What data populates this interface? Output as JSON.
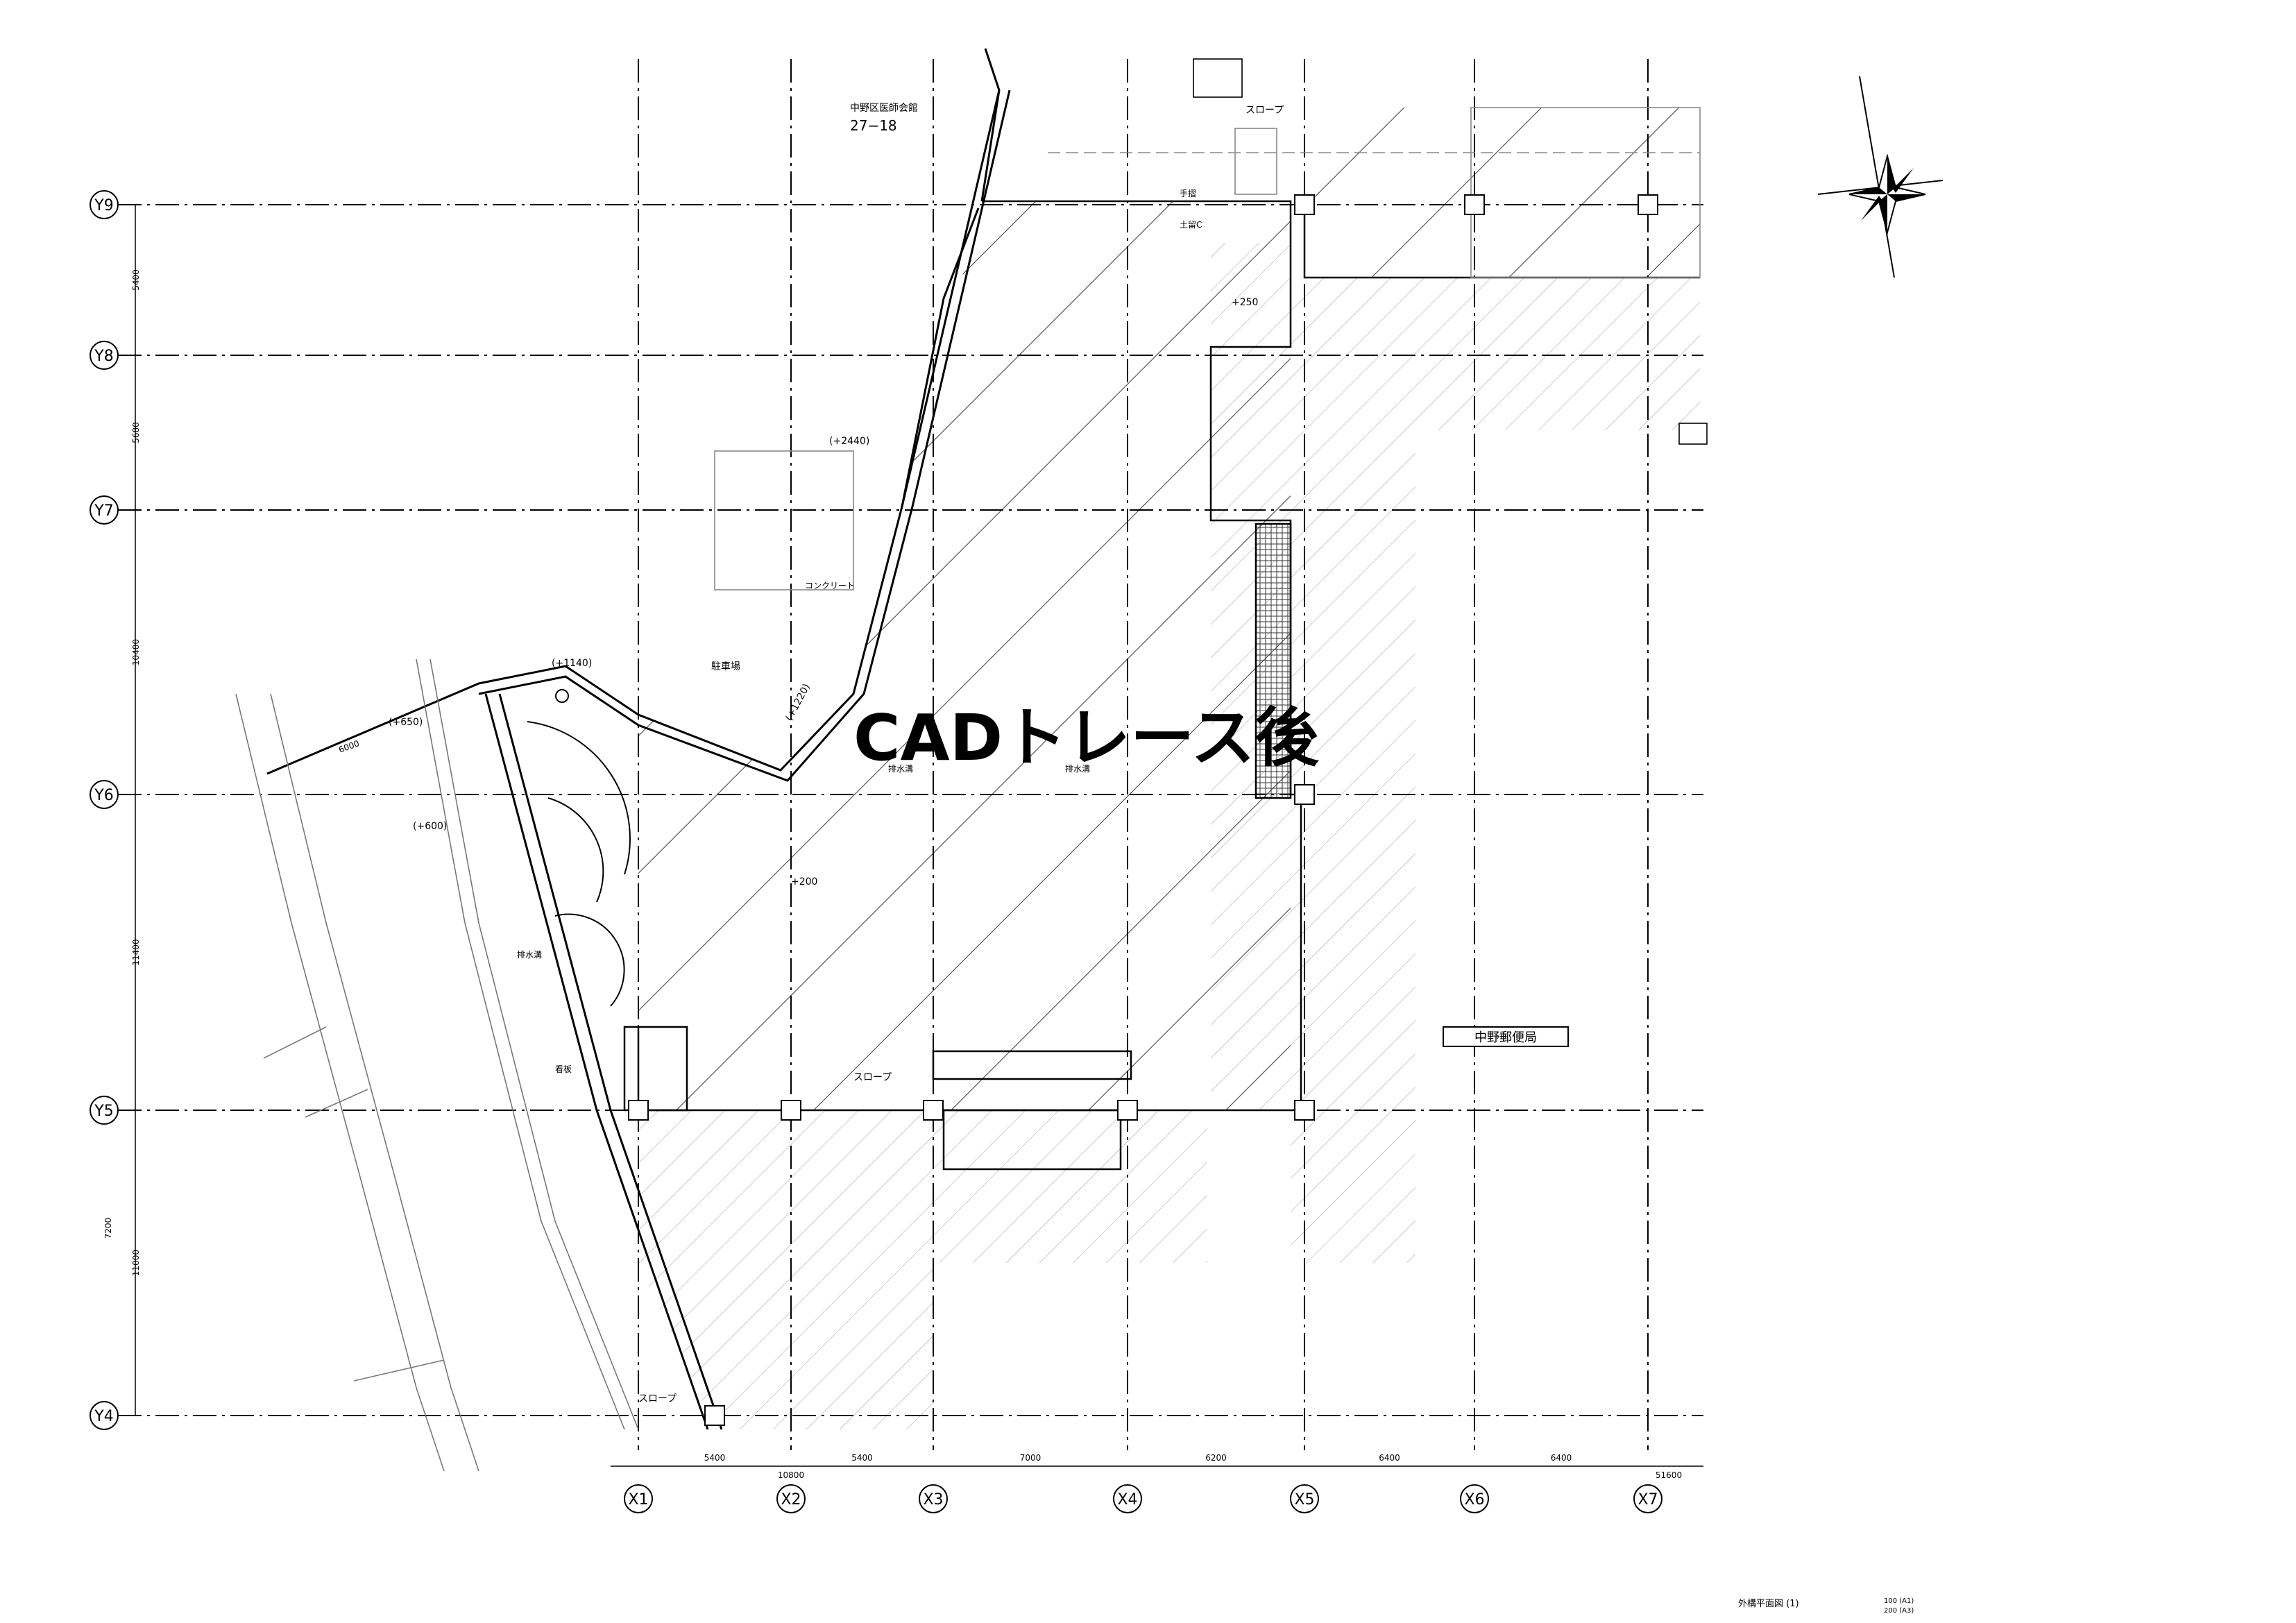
{
  "grid": {
    "x_axes": [
      "X1",
      "X2",
      "X3",
      "X4",
      "X5",
      "X6",
      "X7"
    ],
    "y_axes": [
      "Y9",
      "Y8",
      "Y7",
      "Y6",
      "Y5",
      "Y4"
    ],
    "x_dims": [
      "5400",
      "5400",
      "7000",
      "6200",
      "6400",
      "6400"
    ],
    "x_subtotal": "10800",
    "x_total": "51600",
    "y_dims": [
      "5400",
      "5680",
      "10400",
      "11400",
      "11000"
    ],
    "y_extra": "7200"
  },
  "labels": {
    "neighbor_name": "中野区医師会館",
    "neighbor_lot": "27−18",
    "parking": "駐車場",
    "post_office": "中野郵便局",
    "overlay": "CADトレース後",
    "slope_top": "スロープ",
    "slope_mid": "スロープ",
    "slope_bottom": "スロープ",
    "handrail": "手摺",
    "retaining": "土留C",
    "concrete": "コンクリート",
    "drain_left": "排水溝",
    "drain_mid": "排水溝",
    "drain_right": "排水溝",
    "sign": "看板",
    "elev_250": "+250",
    "elev_2440": "(+2440)",
    "elev_1140": "(+1140)",
    "elev_1220": "(+1220)",
    "elev_650": "(+650)",
    "elev_600": "(+600)",
    "elev_200": "+200",
    "dim_6000": "6000"
  },
  "title_block": {
    "drawing_title": "外構平面図 (1)",
    "scale_a1": "100 (A1)",
    "scale_a3": "200 (A3)"
  },
  "colors": {
    "line": "#000000",
    "hatch": "#555555",
    "light": "#9a9a9a"
  }
}
